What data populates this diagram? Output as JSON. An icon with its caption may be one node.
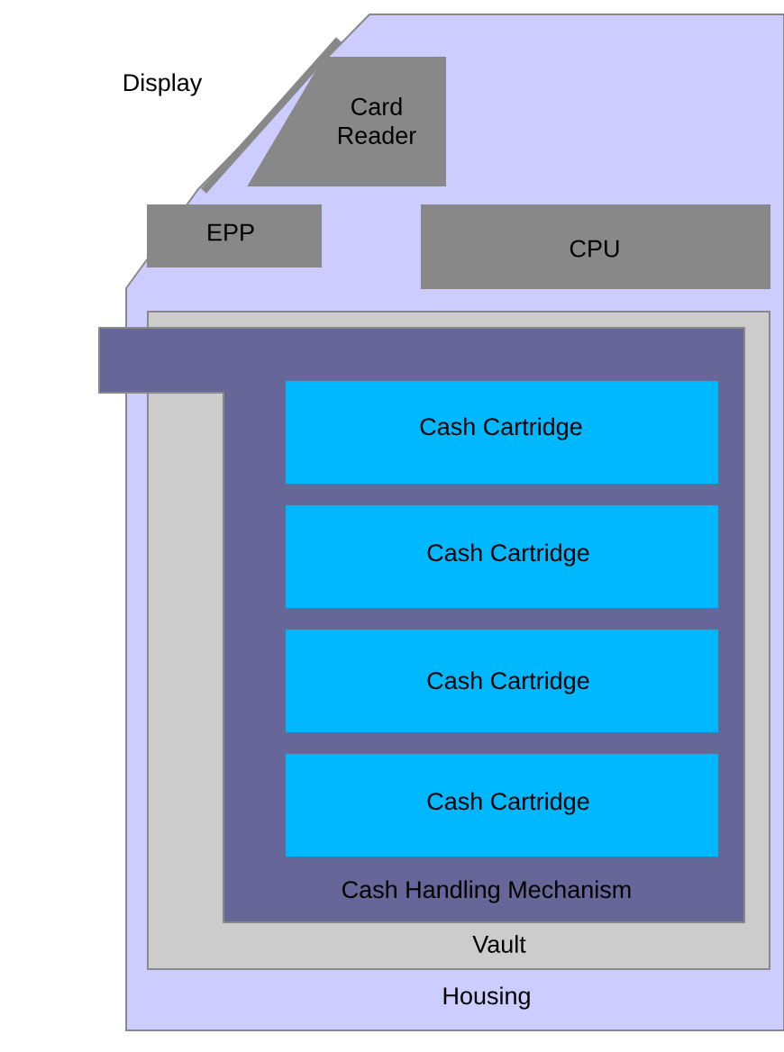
{
  "diagram": {
    "nodes": [
      {
        "text": [
          "Housing"
        ]
      },
      {
        "text": [
          "Display"
        ]
      },
      {
        "text": [
          "Card Reader"
        ],
        "in": 0
      },
      {
        "text": [
          "EPP"
        ],
        "in": 0
      },
      {
        "text": [
          "CPU"
        ],
        "in": 0
      },
      {
        "text": [
          "Vault"
        ],
        "in": 0
      },
      {
        "text": [
          "Cash Handling Mechanism"
        ],
        "in": 0
      },
      {
        "text": [
          "Cash Cartridge"
        ],
        "in": 6
      },
      {
        "text": [
          "Cash Cartridge"
        ],
        "in": 6
      },
      {
        "text": [
          "Cash Cartridge"
        ],
        "in": 6
      },
      {
        "text": [
          "Cash Cartridge"
        ],
        "in": 6
      }
    ]
  }
}
